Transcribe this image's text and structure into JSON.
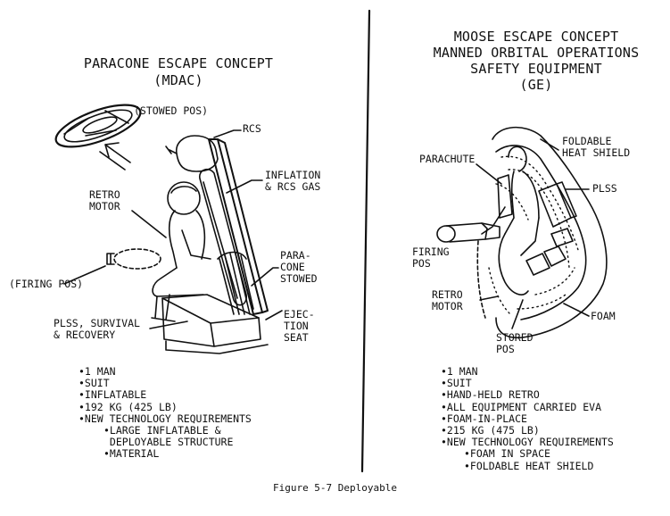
{
  "left": {
    "title_line1": "PARACONE ESCAPE CONCEPT",
    "title_line2": "(MDAC)",
    "labels": {
      "stowed": "(STOWED POS)",
      "rcs": "RCS",
      "retro": "RETRO\nMOTOR",
      "inflation": "INFLATION\n& RCS GAS",
      "paracone": "PARA-\nCONE\nSTOWED",
      "firing": "(FIRING POS)",
      "plss": "PLSS, SURVIVAL\n& RECOVERY",
      "ejection": "EJEC-\nTION\nSEAT"
    },
    "features": [
      "•1 MAN",
      "•SUIT",
      "•INFLATABLE",
      "•192 KG (425 LB)",
      "•NEW TECHNOLOGY REQUIREMENTS"
    ],
    "sub_features": [
      "•LARGE INFLATABLE &",
      " DEPLOYABLE STRUCTURE",
      "•MATERIAL"
    ]
  },
  "right": {
    "title_line1": "MOOSE ESCAPE CONCEPT",
    "title_line2": "MANNED ORBITAL OPERATIONS",
    "title_line3": "SAFETY EQUIPMENT",
    "title_line4": "(GE)",
    "labels": {
      "foldable": "FOLDABLE\nHEAT SHIELD",
      "parachute": "PARACHUTE",
      "plss": "PLSS",
      "firing": "FIRING\nPOS",
      "retro": "RETRO\nMOTOR",
      "foam": "FOAM",
      "stored": "STORED\nPOS"
    },
    "features": [
      "•1 MAN",
      "•SUIT",
      "•HAND-HELD RETRO",
      "•ALL EQUIPMENT CARRIED EVA",
      "•FOAM-IN-PLACE",
      "•215 KG (475 LB)",
      "•NEW TECHNOLOGY REQUIREMENTS"
    ],
    "sub_features": [
      "•FOAM IN SPACE",
      "•FOLDABLE HEAT SHIELD"
    ]
  },
  "caption": "Figure 5-7 Deployable"
}
